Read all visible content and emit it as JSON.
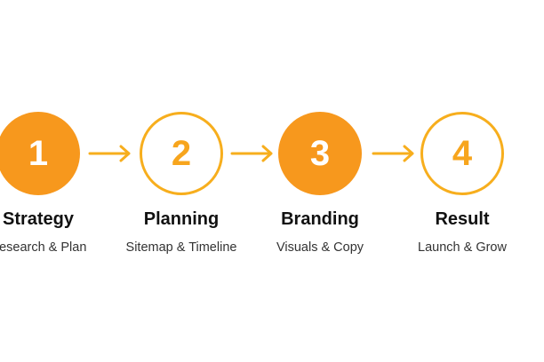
{
  "colors": {
    "filled": "#F7981D",
    "outline": "#F7AE1D",
    "arrow": "#F7AE1D"
  },
  "steps": [
    {
      "number": "1",
      "title": "Strategy",
      "subtitle": "Research & Plan",
      "style": "filled"
    },
    {
      "number": "2",
      "title": "Planning",
      "subtitle": "Sitemap & Timeline",
      "style": "outline"
    },
    {
      "number": "3",
      "title": "Branding",
      "subtitle": "Visuals & Copy",
      "style": "filled"
    },
    {
      "number": "4",
      "title": "Result",
      "subtitle": "Launch & Grow",
      "style": "outline"
    }
  ]
}
